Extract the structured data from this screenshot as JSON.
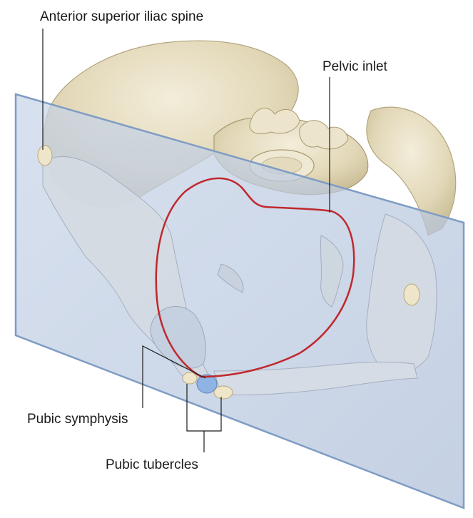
{
  "labels": {
    "asis": "Anterior superior iliac spine",
    "pelvic_inlet": "Pelvic inlet",
    "pubic_symphysis": "Pubic symphysis",
    "pubic_tubercles": "Pubic tubercles"
  },
  "colors": {
    "bone": "#e4dcc0",
    "bone_shadow": "#c9bd97",
    "bone_highlight": "#f2ecd9",
    "plane_fill": "#b9c9e0",
    "plane_edge": "#7f9cc4",
    "inlet_outline": "#c0282d",
    "symphysis": "#8fb3e3",
    "leader_line": "#1a1a1a"
  }
}
